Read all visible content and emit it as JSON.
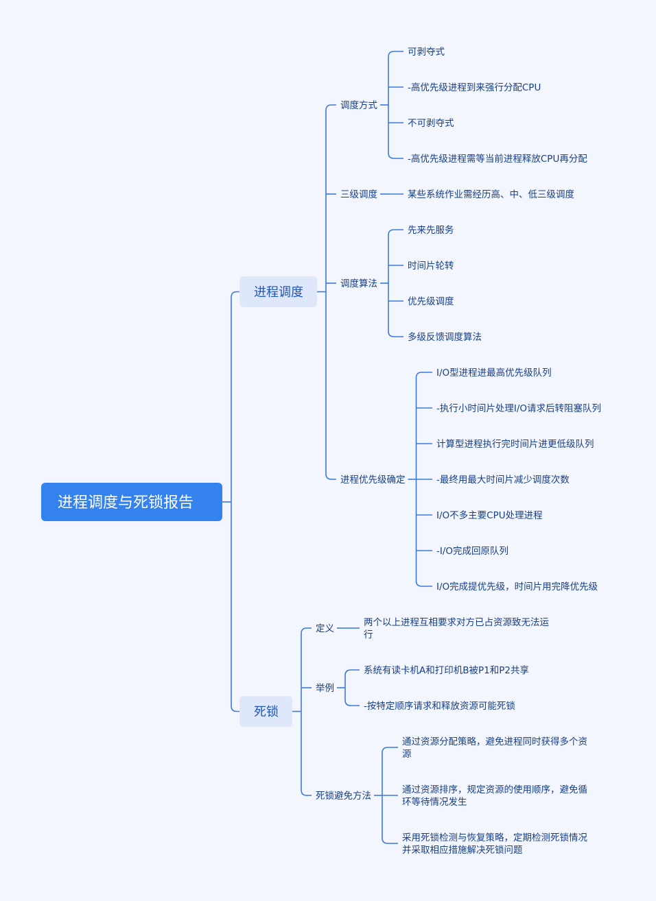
{
  "root": {
    "label": "进程调度与死锁报告"
  },
  "branches": [
    {
      "label": "进程调度",
      "children": [
        {
          "label": "调度方式",
          "children": [
            {
              "label": "可剥夺式"
            },
            {
              "label": "-高优先级进程到来强行分配CPU"
            },
            {
              "label": "不可剥夺式"
            },
            {
              "label": "-高优先级进程需等当前进程释放CPU再分配"
            }
          ]
        },
        {
          "label": "三级调度",
          "children": [
            {
              "label": "某些系统作业需经历高、中、低三级调度"
            }
          ]
        },
        {
          "label": "调度算法",
          "children": [
            {
              "label": "先来先服务"
            },
            {
              "label": "时间片轮转"
            },
            {
              "label": "优先级调度"
            },
            {
              "label": "多级反馈调度算法"
            }
          ]
        },
        {
          "label": "进程优先级确定",
          "children": [
            {
              "label": "I/O型进程进最高优先级队列"
            },
            {
              "label": "-执行小时间片处理I/O请求后转阻塞队列"
            },
            {
              "label": "计算型进程执行完时间片进更低级队列"
            },
            {
              "label": "-最终用最大时间片减少调度次数"
            },
            {
              "label": "I/O不多主要CPU处理进程"
            },
            {
              "label": "-I/O完成回原队列"
            },
            {
              "label": "I/O完成提优先级，时间片用完降优先级"
            }
          ]
        }
      ]
    },
    {
      "label": "死锁",
      "children": [
        {
          "label": "定义",
          "children": [
            {
              "label": "两个以上进程互相要求对方已占资源致无法运行"
            }
          ]
        },
        {
          "label": "举例",
          "children": [
            {
              "label": "系统有读卡机A和打印机B被P1和P2共享"
            },
            {
              "label": "-按特定顺序请求和释放资源可能死锁"
            }
          ]
        },
        {
          "label": "死锁避免方法",
          "children": [
            {
              "label": "通过资源分配策略，避免进程同时获得多个资源"
            },
            {
              "label": "通过资源排序，规定资源的使用顺序，避免循环等待情况发生"
            },
            {
              "label": "采用死锁检测与恢复策略，定期检测死锁情况并采取相应措施解决死锁问题"
            }
          ]
        }
      ]
    }
  ]
}
